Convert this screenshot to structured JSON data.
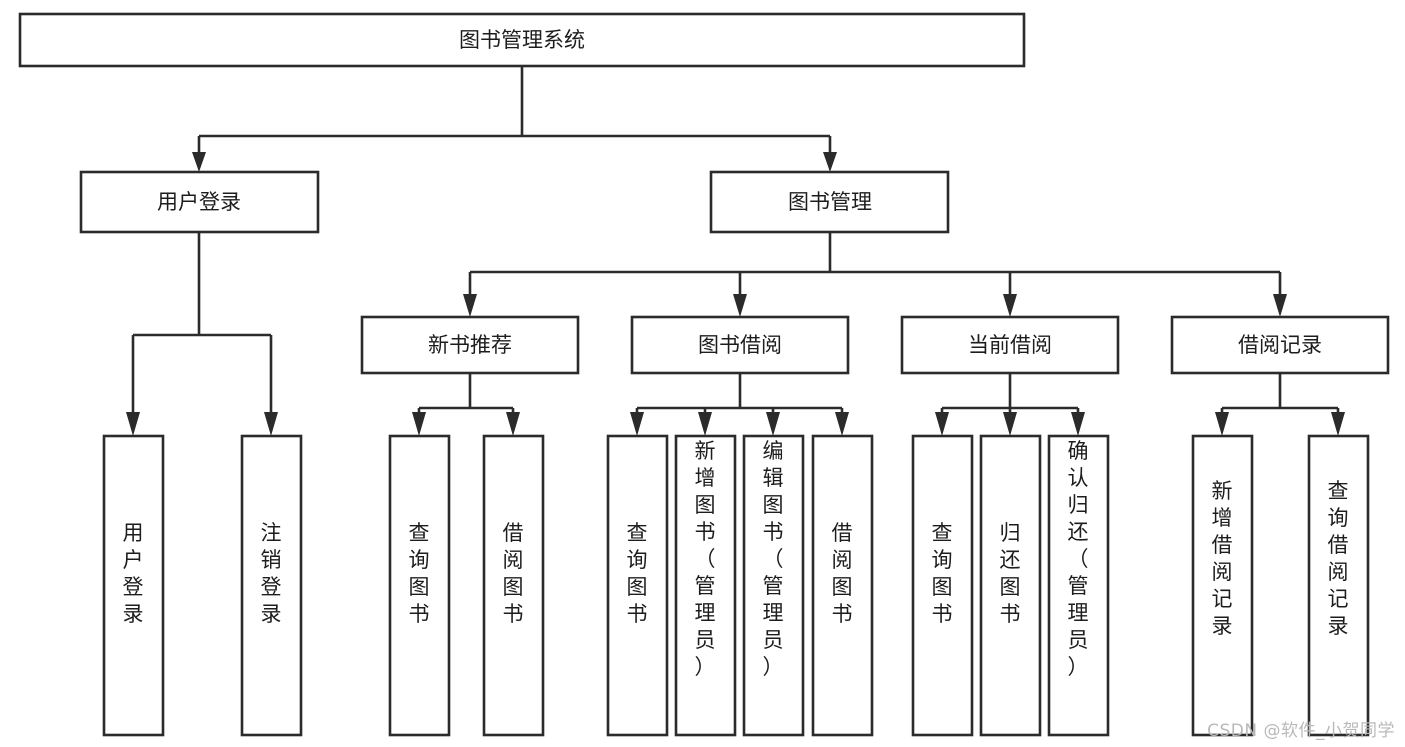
{
  "diagram": {
    "title": "图书管理系统",
    "type": "tree",
    "orientation": "top-down",
    "colors": {
      "box_stroke": "#2b2b2b",
      "box_fill": "#ffffff",
      "connector": "#2b2b2b",
      "text": "#1d1d1d",
      "background": "#ffffff",
      "watermark": "#b9b9b9"
    },
    "root": {
      "label": "图书管理系统"
    },
    "level2": [
      {
        "label": "用户登录"
      },
      {
        "label": "图书管理"
      }
    ],
    "level3": [
      {
        "label": "新书推荐"
      },
      {
        "label": "图书借阅"
      },
      {
        "label": "当前借阅"
      },
      {
        "label": "借阅记录"
      }
    ],
    "leaves": {
      "用户登录": [
        "用户登录",
        "注销登录"
      ],
      "新书推荐": [
        "查询图书",
        "借阅图书"
      ],
      "图书借阅": [
        "查询图书",
        "新增图书（管理员）",
        "编辑图书（管理员）",
        "借阅图书"
      ],
      "当前借阅": [
        "查询图书",
        "归还图书",
        "确认归还（管理员）"
      ],
      "借阅记录": [
        "新增借阅记录",
        "查询借阅记录"
      ]
    },
    "leaf_list": [
      {
        "id": "leaf-user-login",
        "label": "用户登录",
        "parent": "用户登录"
      },
      {
        "id": "leaf-user-logout",
        "label": "注销登录",
        "parent": "用户登录"
      },
      {
        "id": "leaf-new-query-book",
        "label": "查询图书",
        "parent": "新书推荐"
      },
      {
        "id": "leaf-new-borrow-book",
        "label": "借阅图书",
        "parent": "新书推荐"
      },
      {
        "id": "leaf-borrow-query-book",
        "label": "查询图书",
        "parent": "图书借阅"
      },
      {
        "id": "leaf-borrow-add-book",
        "label": "新增图书（管理员）",
        "parent": "图书借阅"
      },
      {
        "id": "leaf-borrow-edit-book",
        "label": "编辑图书（管理员）",
        "parent": "图书借阅"
      },
      {
        "id": "leaf-borrow-borrow-book",
        "label": "借阅图书",
        "parent": "图书借阅"
      },
      {
        "id": "leaf-current-query-book",
        "label": "查询图书",
        "parent": "当前借阅"
      },
      {
        "id": "leaf-current-return-book",
        "label": "归还图书",
        "parent": "当前借阅"
      },
      {
        "id": "leaf-current-confirm-return",
        "label": "确认归还（管理员）",
        "parent": "当前借阅"
      },
      {
        "id": "leaf-record-add",
        "label": "新增借阅记录",
        "parent": "借阅记录"
      },
      {
        "id": "leaf-record-query",
        "label": "查询借阅记录",
        "parent": "借阅记录"
      }
    ]
  },
  "watermark": {
    "text": "CSDN @软件_小贺同学"
  }
}
